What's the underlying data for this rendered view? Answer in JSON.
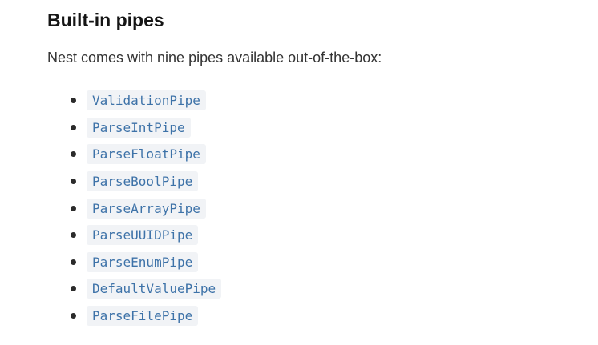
{
  "section": {
    "heading": "Built-in pipes",
    "intro": "Nest comes with nine pipes available out-of-the-box:"
  },
  "pipes": [
    "ValidationPipe",
    "ParseIntPipe",
    "ParseFloatPipe",
    "ParseBoolPipe",
    "ParseArrayPipe",
    "ParseUUIDPipe",
    "ParseEnumPipe",
    "DefaultValuePipe",
    "ParseFilePipe"
  ],
  "colors": {
    "heading": "#151515",
    "text": "#333333",
    "code_text": "#3d72a8",
    "code_background": "#f1f3f6",
    "bullet": "#2b2b2b"
  }
}
